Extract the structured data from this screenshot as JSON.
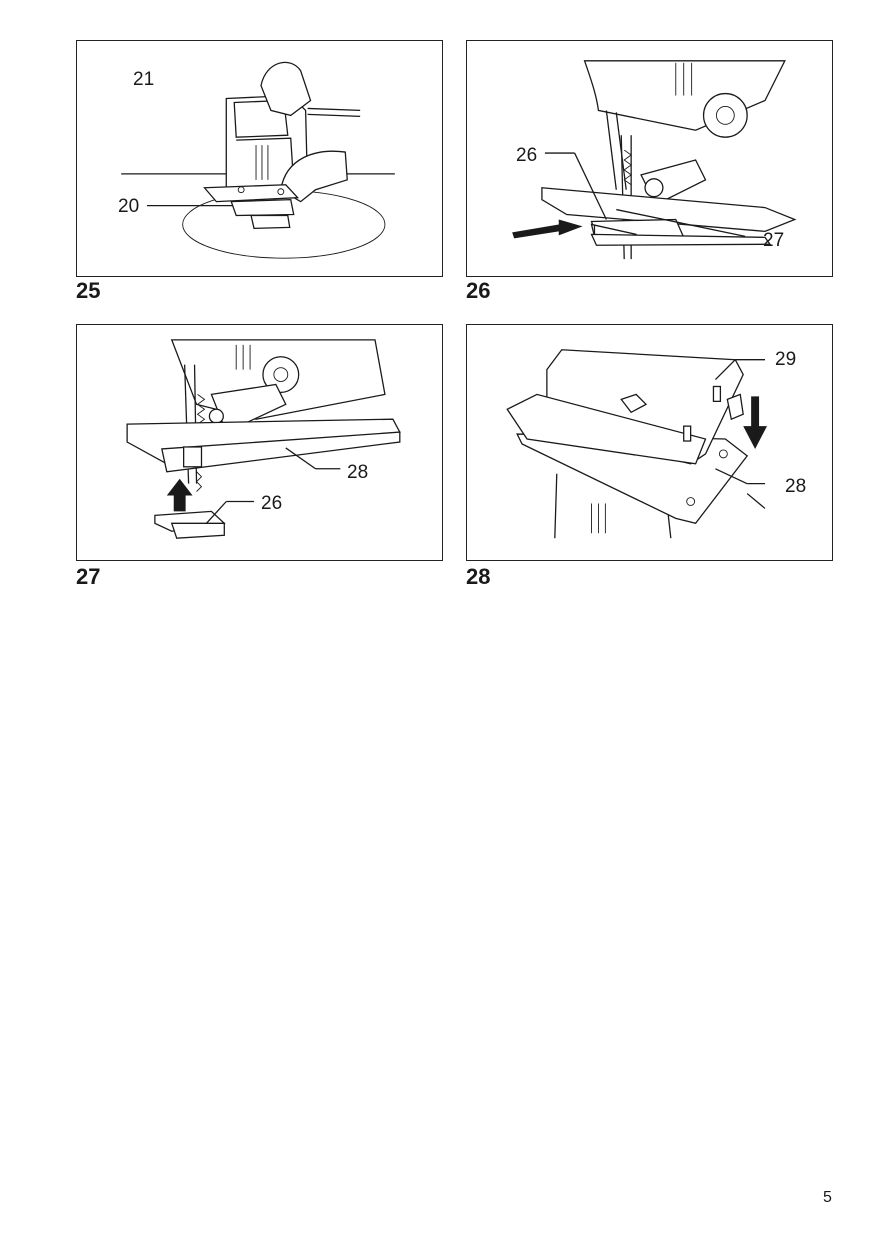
{
  "figures": [
    {
      "number": "25",
      "callouts": [
        "21",
        "20"
      ]
    },
    {
      "number": "26",
      "callouts": [
        "26",
        "27"
      ]
    },
    {
      "number": "27",
      "callouts": [
        "28",
        "26"
      ]
    },
    {
      "number": "28",
      "callouts": [
        "29",
        "28"
      ]
    }
  ],
  "page_number": "5"
}
